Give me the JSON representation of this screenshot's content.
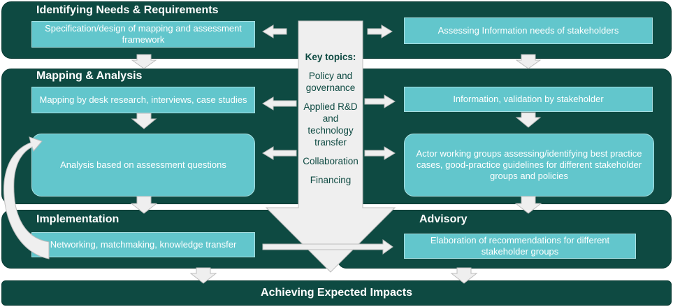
{
  "sections": {
    "needs": "Identifying Needs & Requirements",
    "mapping": "Mapping & Analysis",
    "implementation": "Implementation",
    "advisory": "Advisory",
    "impacts": "Achieving Expected Impacts"
  },
  "boxes": {
    "spec": "Specification/design of mapping and assessment framework",
    "info_needs": "Assessing Information needs of stakeholders",
    "mapping_desk": "Mapping by desk research, interviews, case studies",
    "validation": "Information, validation by stakeholder",
    "analysis": "Analysis based on assessment questions",
    "actor_groups": "Actor working groups assessing/identifying best practice cases, good-practice guidelines for different stakeholder groups and policies",
    "networking": "Networking, matchmaking, knowledge transfer",
    "recommendations": "Elaboration of recommendations for different stakeholder groups"
  },
  "key_topics": {
    "heading": "Key topics:",
    "items": [
      "Policy and governance",
      "Applied R&D and technology transfer",
      "Collaboration",
      "Financing"
    ]
  },
  "colors": {
    "band": "#0e4a42",
    "box": "#62c6cc",
    "arrow": "#efefef"
  }
}
